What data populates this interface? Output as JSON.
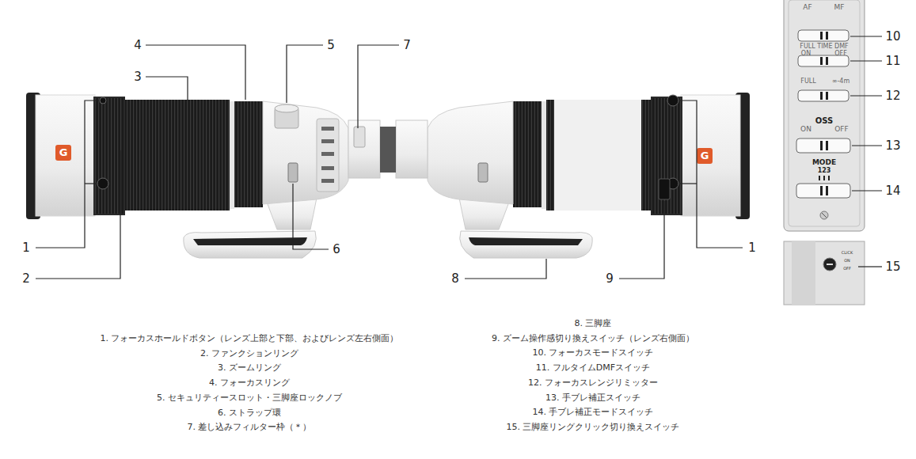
{
  "diagram": {
    "labels": [
      "4",
      "5",
      "7",
      "3",
      "1",
      "2",
      "6",
      "8",
      "9",
      "1",
      "10",
      "11",
      "12",
      "13",
      "14",
      "15",
      "AF",
      "MF",
      "FULL TIME DMF",
      "ON",
      "OFF",
      "FULL",
      "∞-4m",
      "OSS",
      "ON",
      "OFF",
      "MODE",
      "123",
      "CLICK",
      "ON",
      "OFF",
      "G",
      "G",
      "1. フォーカスホールドボタン（レンズ上部と下部、およびレンズ左右側面）",
      "2. ファンクションリング",
      "3. ズームリング",
      "4. フォーカスリング",
      "5. セキュリティースロット・三脚座ロックノブ",
      "6. ストラップ環",
      "7. 差し込みフィルター枠（＊）",
      "8. 三脚座",
      "9. ズーム操作感切り換えスイッチ（レンズ右側面）",
      "10. フォーカスモードスイッチ",
      "11. フルタイムDMFスイッチ",
      "12. フォーカスレンジリミッター",
      "13. 手ブレ補正スイッチ",
      "14. 手ブレ補正モードスイッチ",
      "15. 三脚座リングクリック切り換えスイッチ"
    ]
  }
}
